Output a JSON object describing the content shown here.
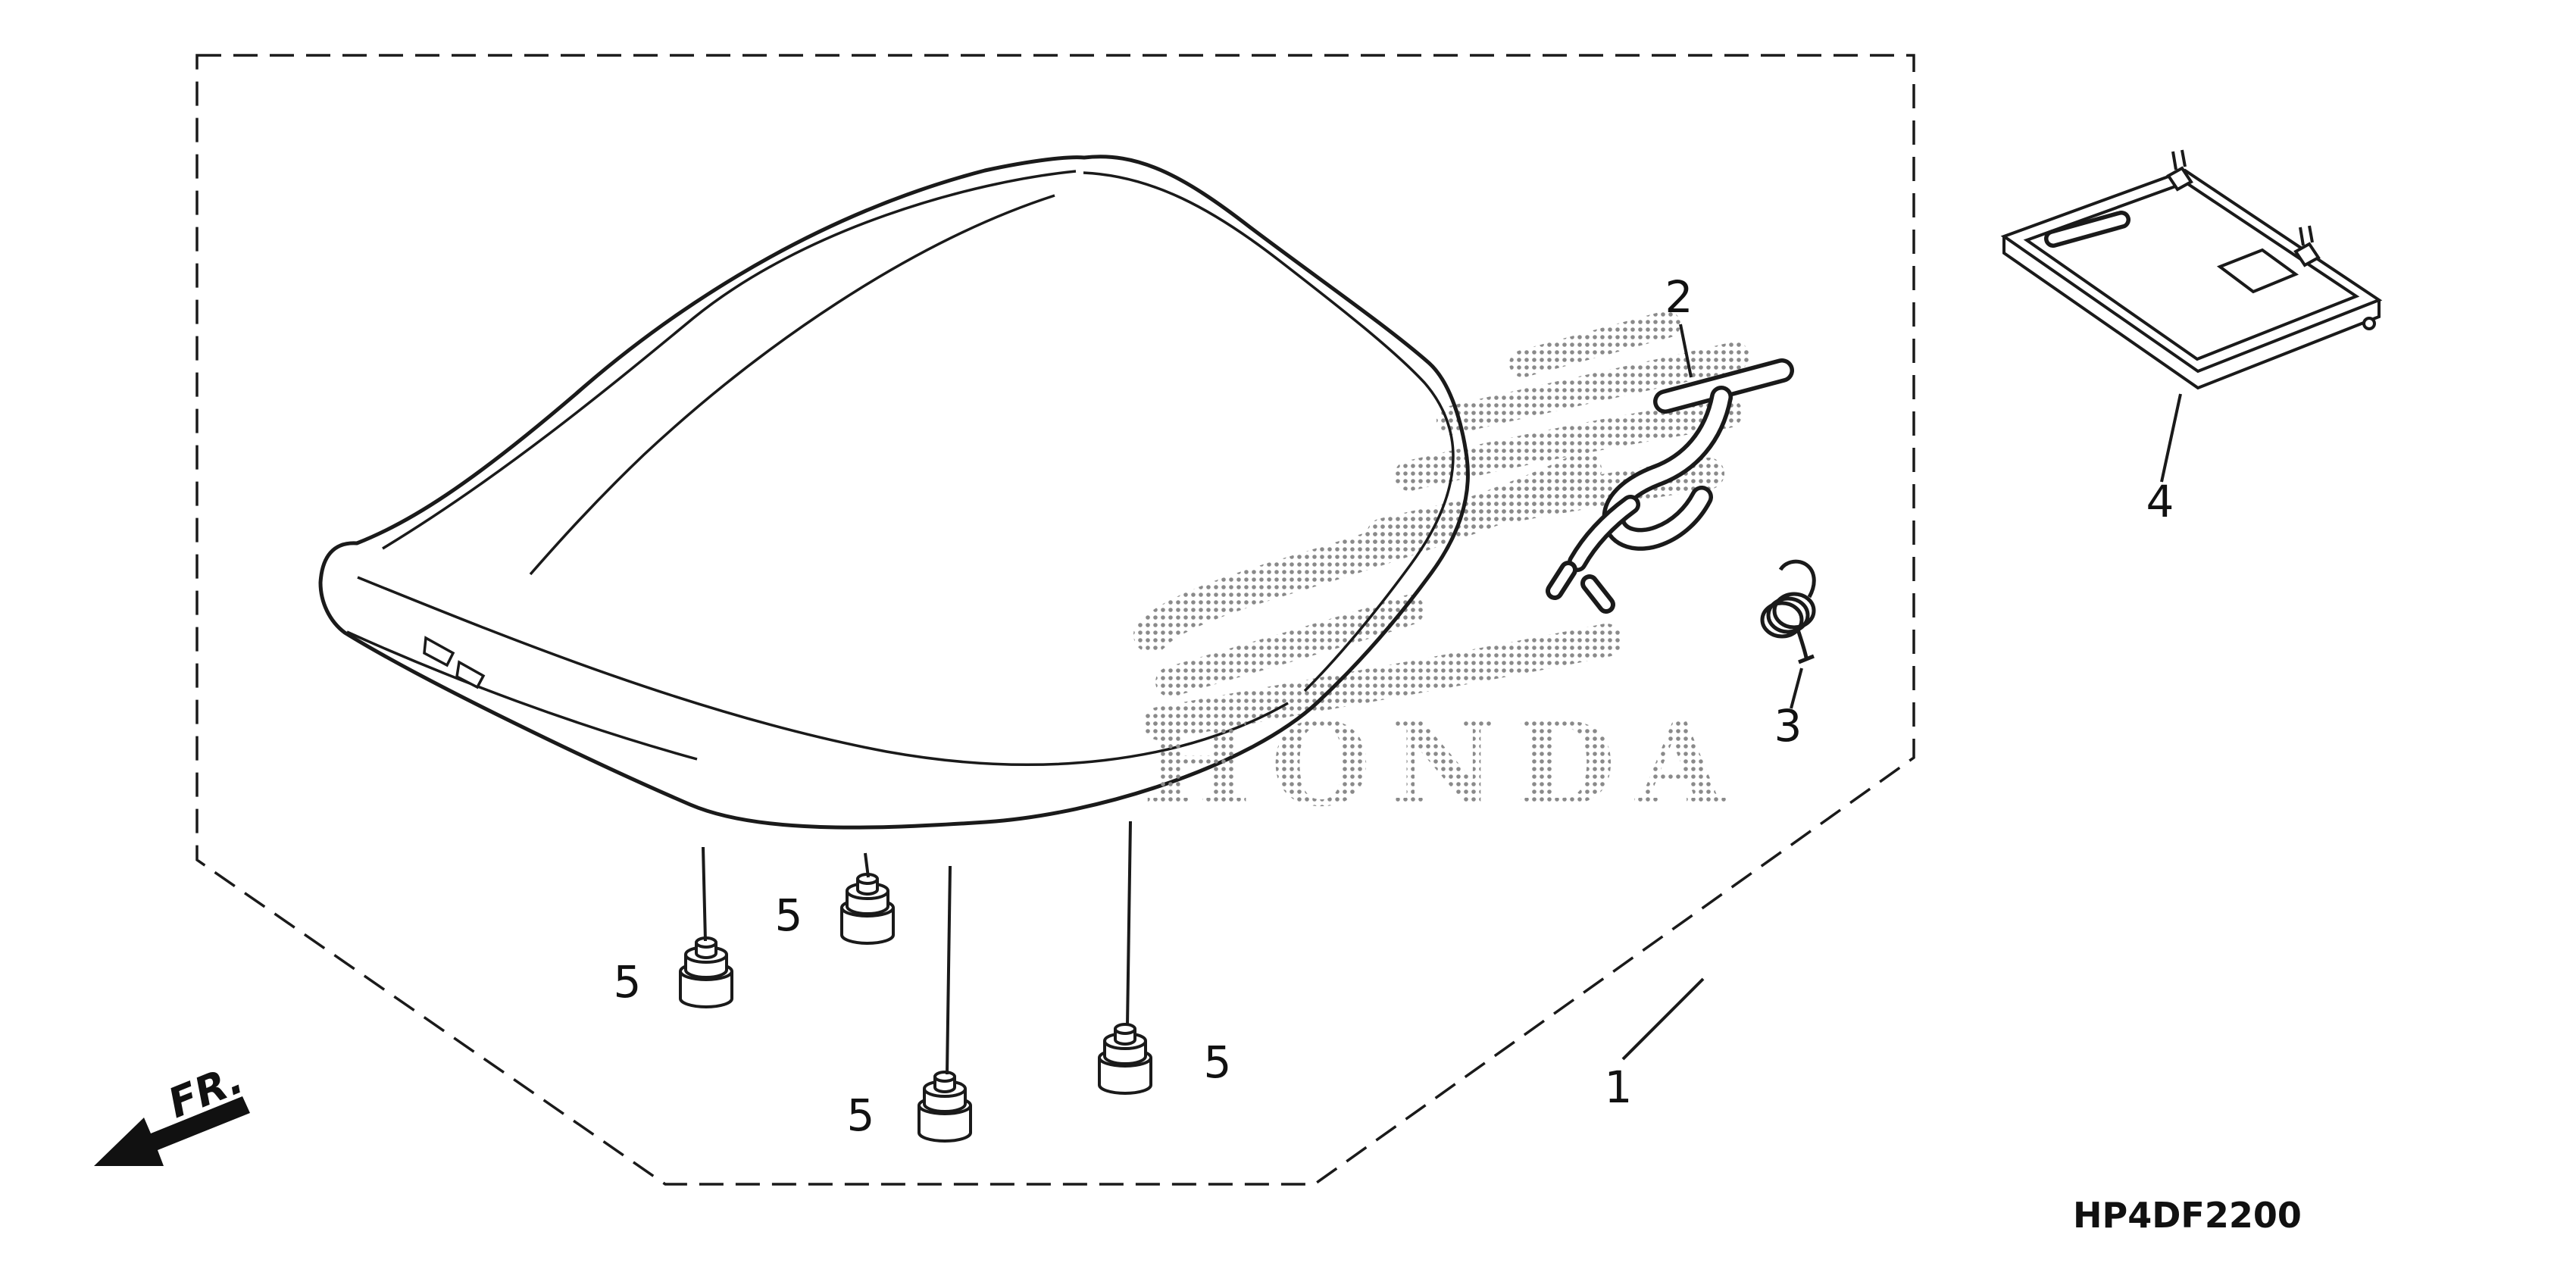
{
  "diagram": {
    "part_code": "HP4DF2200",
    "watermark": "HONDA",
    "front_label": "FR.",
    "callouts": {
      "c1": "1",
      "c2": "2",
      "c3": "3",
      "c4": "4",
      "c5a": "5",
      "c5b": "5",
      "c5c": "5",
      "c5d": "5"
    },
    "colors": {
      "line": "#1a1a1a",
      "halftone": "#8a8a8a",
      "background": "#ffffff"
    }
  }
}
